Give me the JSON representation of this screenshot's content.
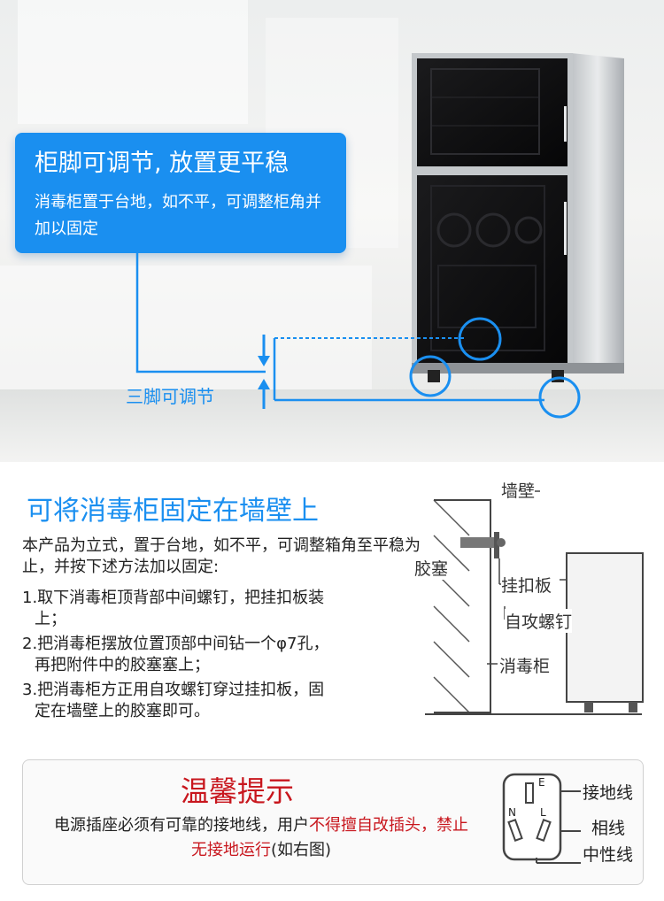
{
  "hero": {
    "callout_title": "柜脚可调节, 放置更平稳",
    "callout_desc": "消毒柜置于台地，如不平，可调整柜角并加以固定",
    "feet_label": "三脚可调节"
  },
  "mount": {
    "title": "可将消毒柜固定在墙壁上",
    "intro": "本产品为立式，置于台地，如不平，可调整箱角至平稳为止，并按下述方法加以固定:",
    "steps": [
      {
        "line1": "1.取下消毒柜顶背部中间螺钉，把挂扣板装",
        "line2": "上；"
      },
      {
        "line1": "2.把消毒柜摆放位置顶部中间钻一个φ7孔，",
        "line2": "再把附件中的胶塞塞上；"
      },
      {
        "line1": "3.把消毒柜方正用自攻螺钉穿过挂扣板，固",
        "line2": "定在墙壁上的胶塞即可。"
      }
    ],
    "labels": {
      "wall": "墙壁",
      "plug": "胶塞",
      "hook_plate": "挂扣板",
      "screw": "自攻螺钉",
      "cabinet": "消毒柜"
    }
  },
  "tip": {
    "title": "温馨提示",
    "text_part1": "电源插座必须有可靠的接地线，用户",
    "text_red1": "不得擅自改插头，禁止无接地运行",
    "text_part2": "(如右图)",
    "socket_letters": {
      "e": "E",
      "n": "N",
      "l": "L"
    },
    "labels": {
      "ground": "接地线",
      "phase": "相线",
      "neutral": "中性线"
    }
  },
  "colors": {
    "accent": "#1a8ff0",
    "warning": "#c8161d"
  }
}
